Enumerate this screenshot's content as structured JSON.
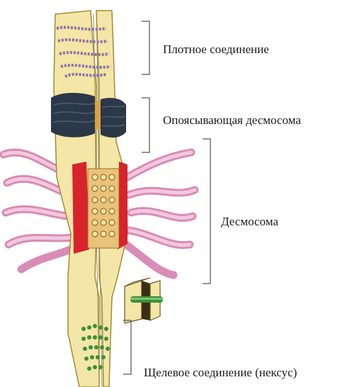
{
  "labels": {
    "tight_junction": "Плотное соединение",
    "adherens_junction": "Опоясывающая десмосома",
    "desmosome": "Десмосома",
    "gap_junction": "Щелевое соединение (нексус)"
  },
  "colors": {
    "cell": "#f3e6a6",
    "cell_outline": "#a08c3a",
    "tight_strands": "#8b6fa8",
    "adherens_belt": "#2b3847",
    "plaque": "#d8232a",
    "desmosome_core": "#d8a24a",
    "filaments": "#e6a9c9",
    "gap_channels": "#3d8f3a",
    "bracket": "#555555"
  }
}
